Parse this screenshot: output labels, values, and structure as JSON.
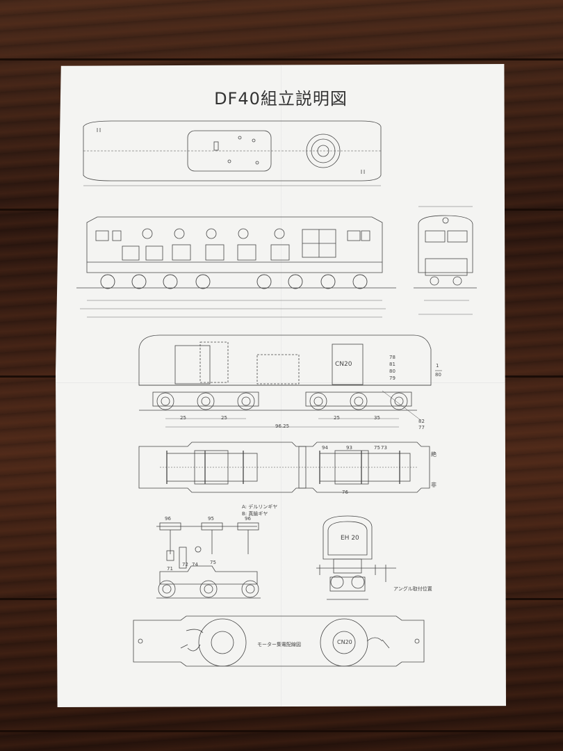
{
  "title": "DF40組立説明図",
  "motor_label": "CN20",
  "body_motor_label": "EH 20",
  "scale_num": "1",
  "scale_den": "80",
  "side_marks": {
    "top": "絶",
    "bottom": "非"
  },
  "gear_legend": {
    "a": "A: デルリンギヤ",
    "b": "B: 真鍮ギヤ"
  },
  "angle_caption": "アングル取付位置",
  "motor_wiring_caption": "モーター集電配線図",
  "part_numbers": [
    "96",
    "95",
    "96",
    "94",
    "93",
    "75",
    "73",
    "78",
    "81",
    "80",
    "79",
    "82",
    "77",
    "71",
    "72",
    "74",
    "76"
  ],
  "dimensions": {
    "bogie_pitch": "35",
    "axle_spacing": "25",
    "overall": "96.25"
  }
}
